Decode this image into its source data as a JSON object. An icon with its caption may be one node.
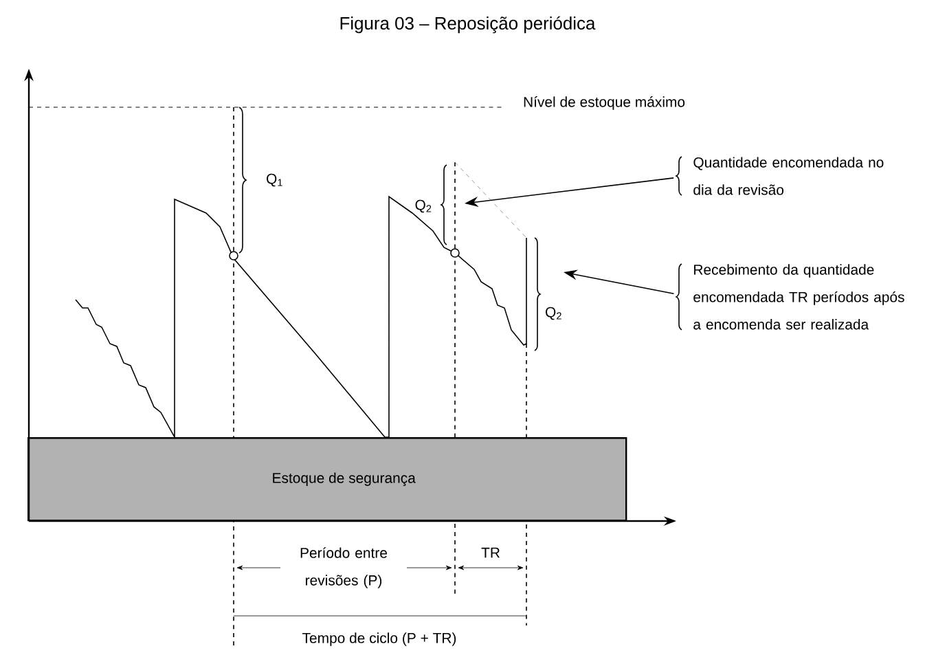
{
  "diagram": {
    "title": "Figura 03 – Reposição periódica",
    "nodes": [
      {
        "text": [
          "Estoque de segurança"
        ]
      },
      {
        "text": [
          "Quantidade encomendada no dia da revisão"
        ]
      },
      {
        "text": [
          "Recebimento da quantidade encomendada TR períodos após a encomenda ser realizada"
        ]
      }
    ],
    "edges": [
      {
        "from": 1,
        "to": null,
        "arrow": "to"
      },
      {
        "from": 2,
        "to": null,
        "arrow": "to"
      }
    ],
    "labels": [
      "Nível de estoque máximo",
      "Q$_{1}$",
      "Q$_{2}$",
      "Q$_{2}$",
      "Período entre revisões (P)",
      "TR",
      "Tempo de ciclo (P + TR)"
    ]
  }
}
